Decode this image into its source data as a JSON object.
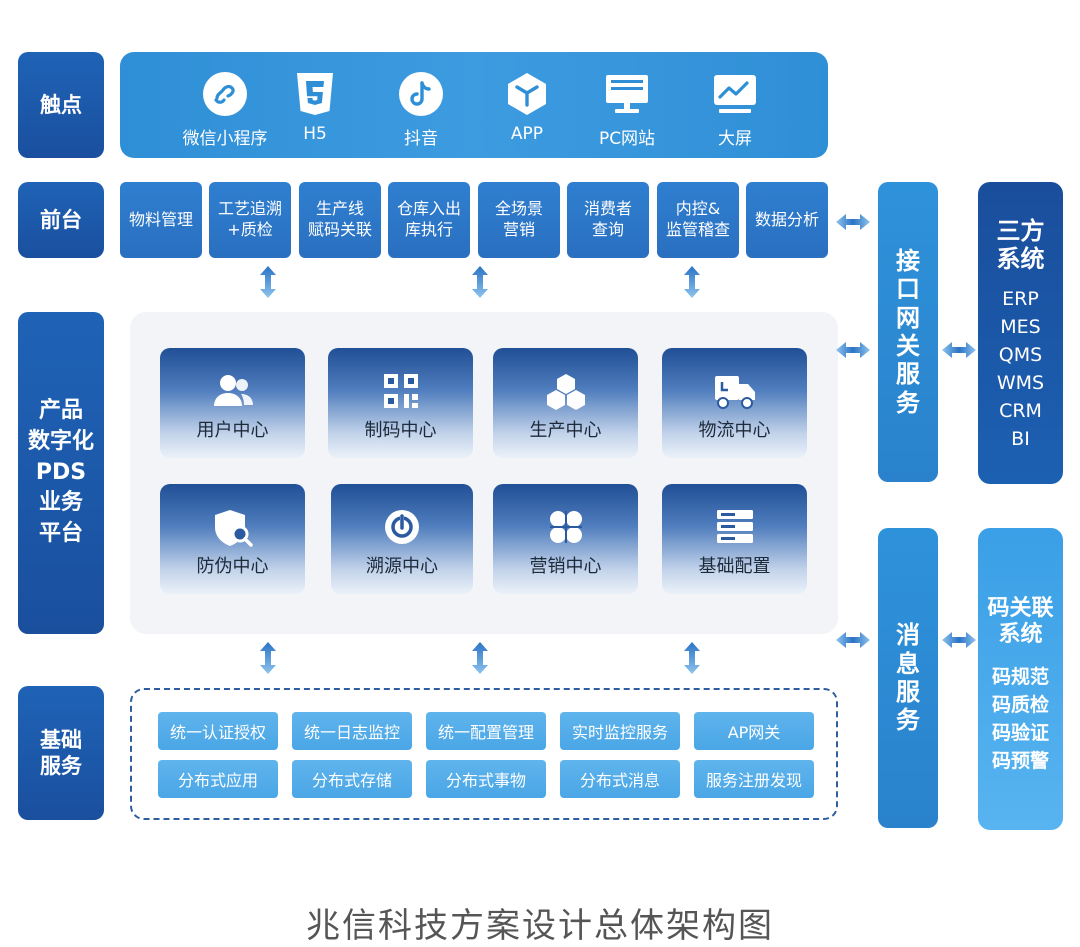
{
  "labels": {
    "touchpoints": "触点",
    "front": "前台",
    "platform": "产品\n数字化\nPDS\n业务\n平台",
    "base": "基础\n服务"
  },
  "touchpoints": [
    {
      "label": "微信小程序",
      "icon": "mini-program-icon"
    },
    {
      "label": "H5",
      "icon": "html5-icon"
    },
    {
      "label": "抖音",
      "icon": "douyin-icon"
    },
    {
      "label": "APP",
      "icon": "app-cube-icon"
    },
    {
      "label": "PC网站",
      "icon": "desktop-icon"
    },
    {
      "label": "大屏",
      "icon": "dashboard-screen-icon"
    }
  ],
  "front_items": [
    "物料管理",
    "工艺追溯\n+质检",
    "生产线\n赋码关联",
    "仓库入出\n库执行",
    "全场景\n营销",
    "消费者\n查询",
    "内控&\n监管稽查",
    "数据分析"
  ],
  "modules": [
    {
      "label": "用户中心",
      "icon": "users-icon"
    },
    {
      "label": "制码中心",
      "icon": "qr-code-icon"
    },
    {
      "label": "生产中心",
      "icon": "cubes-icon"
    },
    {
      "label": "物流中心",
      "icon": "truck-icon"
    },
    {
      "label": "防伪中心",
      "icon": "shield-search-icon"
    },
    {
      "label": "溯源中心",
      "icon": "trace-circle-icon"
    },
    {
      "label": "营销中心",
      "icon": "clover-icon"
    },
    {
      "label": "基础配置",
      "icon": "server-icon"
    }
  ],
  "base_services": [
    [
      "统一认证授权",
      "统一日志监控",
      "统一配置管理",
      "实时监控服务",
      "AP网关"
    ],
    [
      "分布式应用",
      "分布式存储",
      "分布式事物",
      "分布式消息",
      "服务注册发现"
    ]
  ],
  "gateway": "接\n口\n网\n关\n服\n务",
  "message": "消\n息\n服\n务",
  "third_party": {
    "title": "三方\n系统",
    "items": [
      "ERP",
      "MES",
      "QMS",
      "WMS",
      "CRM",
      "BI"
    ]
  },
  "code_system": {
    "title": "码关联\n系统",
    "items": [
      "码规范",
      "码质检",
      "码验证",
      "码预警"
    ]
  },
  "caption": "兆信科技方案设计总体架构图",
  "colors": {
    "dark_blue": "#1f5aa9",
    "mid_blue": "#2e82cc",
    "light_blue": "#4aa6e6",
    "arrow": "#2a73c4"
  }
}
